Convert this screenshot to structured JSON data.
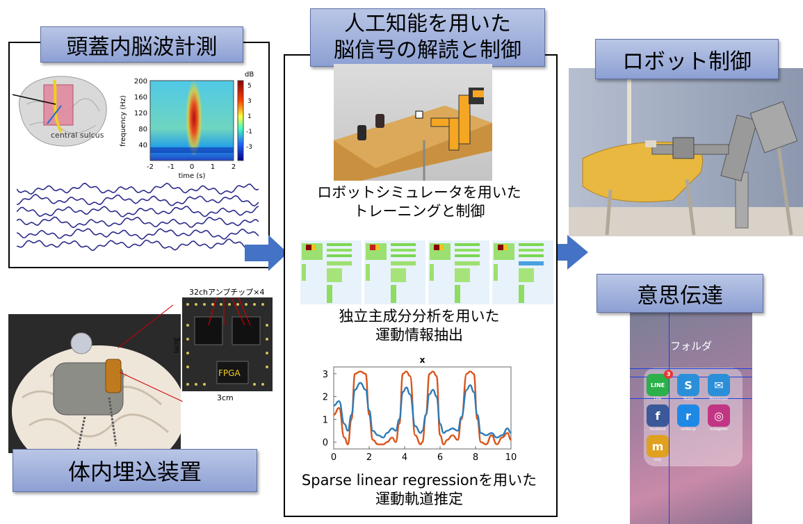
{
  "colors": {
    "label_fill": "#a3b2dc",
    "arrow": "#4472c4",
    "series_blue": "#2c7bb6",
    "series_orange": "#d95319"
  },
  "ieeg": {
    "title": "頭蓋内脳波計測",
    "sulcus_label": "central sulcus",
    "spectrogram": {
      "ylabel": "frequency (Hz)",
      "xlabel": "time (s)",
      "yticks": [
        "200",
        "160",
        "120",
        "80",
        "40"
      ],
      "xticks": [
        "-2",
        "-1",
        "0",
        "1",
        "2"
      ],
      "colorbar_unit": "dB",
      "colorbar_ticks": [
        "5",
        "3",
        "1",
        "-1",
        "-3"
      ]
    }
  },
  "implant": {
    "title": "体内埋込装置",
    "chip_label": "32chアンプチップ×4",
    "dim_v": "3cm",
    "dim_h": "3cm",
    "fpga": "FPGA"
  },
  "ai": {
    "title_line1": "人工知能を用いた",
    "title_line2": "脳信号の解読と制御",
    "sim_caption_1": "ロボットシミュレータを用いた",
    "sim_caption_2": "トレーニングと制御",
    "ica_caption_1": "独立主成分分析を用いた",
    "ica_caption_2": "運動情報抽出",
    "reg_caption_1": "Sparse linear regressionを用いた",
    "reg_caption_2": "運動軌道推定"
  },
  "robot": {
    "title": "ロボット制御"
  },
  "comm": {
    "title": "意思伝達",
    "folder_label": "フォルダ",
    "apps": [
      {
        "name": "LINE",
        "badge": "3",
        "label": "Line"
      },
      {
        "name": "S",
        "label": "Skype"
      },
      {
        "name": "✉",
        "label": "Messenger"
      },
      {
        "name": "f",
        "label": "Facebook"
      },
      {
        "name": "r",
        "label": "radiko.jp"
      },
      {
        "name": "◎",
        "label": "Instagram"
      },
      {
        "name": "m",
        "label": "mixi"
      }
    ]
  },
  "chart_data": {
    "type": "line",
    "title": "x",
    "xlim": [
      0,
      10
    ],
    "ylim": [
      -0.3,
      3.3
    ],
    "xticks": [
      0,
      2,
      4,
      6,
      8,
      10
    ],
    "yticks": [
      0,
      1,
      2,
      3
    ],
    "series": [
      {
        "color": "#d95319",
        "x": [
          0,
          0.3,
          0.6,
          0.8,
          1.0,
          1.2,
          1.5,
          1.8,
          2.0,
          2.2,
          2.5,
          2.8,
          3.0,
          3.3,
          3.5,
          3.7,
          3.9,
          4.1,
          4.3,
          4.6,
          4.9,
          5.0,
          5.2,
          5.4,
          5.6,
          5.8,
          6.0,
          6.2,
          6.4,
          6.7,
          7.0,
          7.2,
          7.5,
          7.7,
          7.9,
          8.1,
          8.3,
          8.6,
          8.9,
          9.2,
          9.5,
          9.8,
          10.0
        ],
        "y": [
          1.2,
          1.5,
          0.2,
          -0.1,
          1.0,
          3.0,
          3.1,
          3.0,
          1.2,
          0.1,
          -0.1,
          -0.1,
          0.0,
          0.2,
          0.0,
          0.8,
          3.0,
          3.1,
          2.9,
          0.3,
          -0.1,
          0.0,
          1.2,
          3.0,
          3.1,
          2.9,
          0.3,
          -0.1,
          0.1,
          0.3,
          0.1,
          1.0,
          3.0,
          3.1,
          3.0,
          1.0,
          0.0,
          -0.1,
          0.3,
          -0.1,
          0.2,
          0.4,
          0.1
        ]
      },
      {
        "color": "#2c7bb6",
        "x": [
          0,
          0.3,
          0.6,
          0.8,
          1.0,
          1.2,
          1.5,
          1.8,
          2.0,
          2.2,
          2.5,
          2.8,
          3.0,
          3.3,
          3.5,
          3.7,
          3.9,
          4.1,
          4.3,
          4.6,
          4.9,
          5.0,
          5.2,
          5.4,
          5.6,
          5.8,
          6.0,
          6.2,
          6.4,
          6.7,
          7.0,
          7.2,
          7.5,
          7.7,
          7.9,
          8.1,
          8.3,
          8.6,
          8.9,
          9.2,
          9.5,
          9.8,
          10.0
        ],
        "y": [
          1.6,
          1.8,
          0.8,
          0.5,
          1.2,
          2.3,
          2.6,
          2.3,
          1.4,
          0.5,
          0.3,
          0.2,
          0.4,
          0.6,
          0.5,
          1.0,
          2.2,
          2.4,
          2.1,
          0.7,
          0.4,
          0.5,
          1.2,
          2.1,
          2.3,
          2.0,
          0.8,
          0.4,
          0.5,
          0.6,
          0.5,
          1.1,
          2.3,
          2.5,
          2.2,
          1.2,
          0.4,
          0.3,
          0.4,
          0.2,
          0.3,
          0.6,
          0.4
        ]
      }
    ]
  }
}
